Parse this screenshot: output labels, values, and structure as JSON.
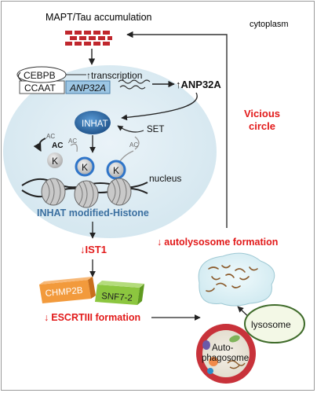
{
  "labels": {
    "tau": "MAPT/Tau accumulation",
    "cytoplasm": "cytoplasm",
    "cebpb": "CEBPB",
    "ccaat": "CCAAT",
    "anp32a_gene": "ANP32A",
    "transcription": "transcription",
    "anp32a_protein": "ANP32A",
    "inhat": "INHAT",
    "set": "SET",
    "ac": "AC",
    "k": "K",
    "nucleus": "nucleus",
    "inhat_histone": "INHAT modified-Histone",
    "vicious_line1": "Vicious",
    "vicious_line2": "circle",
    "ist1": "IST1",
    "autolysosome": "autolysosome formation",
    "chmp2b": "CHMP2B",
    "snf7": "SNF7-2",
    "escrt": "ESCRTIII formation",
    "lysosome": "lysosome",
    "autophagosome_line1": "Auto-",
    "autophagosome_line2": "phagosome",
    "up_arrow": "↑",
    "down_arrow": "↓"
  },
  "colors": {
    "nucleus_fill": "#dcebf2",
    "inhat_fill": "#2f6fa8",
    "histone_text": "#3a6fa0",
    "emphasis_red": "#e21a1a",
    "tau_red": "#c0272d",
    "chmp2b_fill": "#f29a3c",
    "snf7_fill": "#8cc63f",
    "lysosome_fill": "#f3f8e6",
    "lysosome_stroke": "#3f6b2a",
    "autophagosome_fill": "#c8323a",
    "lysosome_blob": "#dff2f6"
  }
}
